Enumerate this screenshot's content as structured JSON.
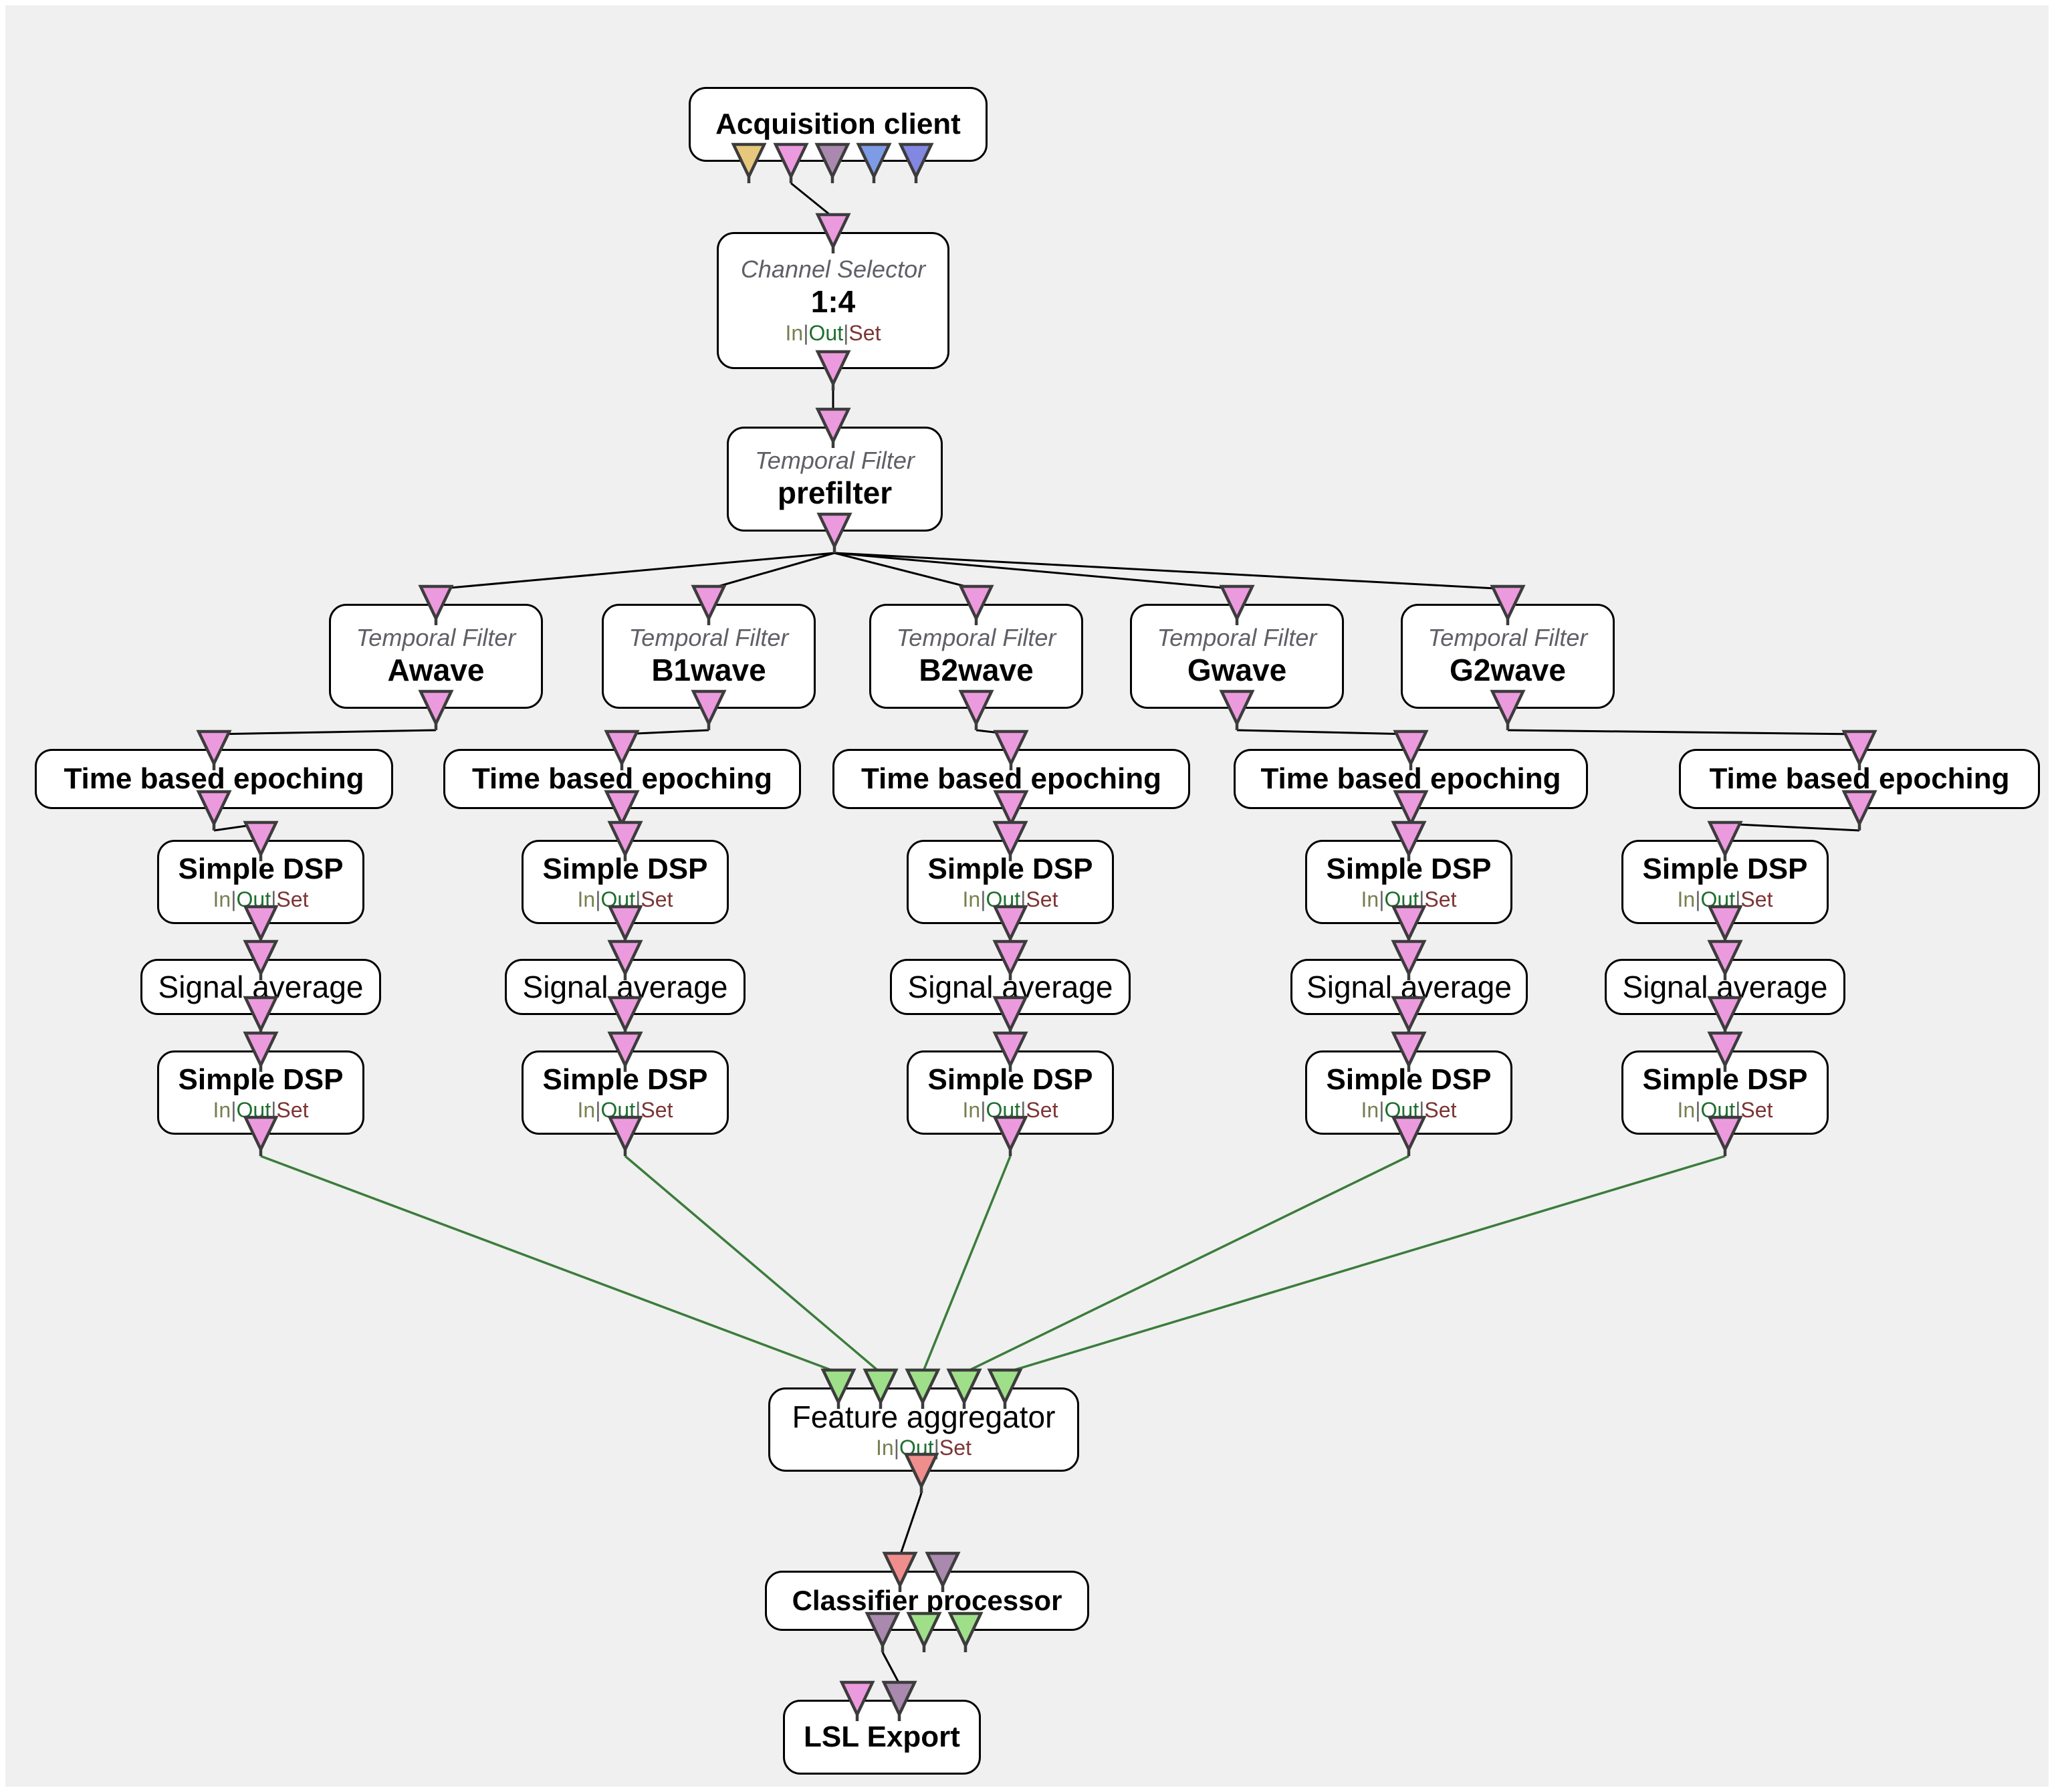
{
  "colors": {
    "canvas_bg": "#f0f0f0",
    "box_fill": "#ffffff",
    "box_border": "#000000",
    "title_text": "#000000",
    "type_label_text": "#5f5f66",
    "link_black": "#000000",
    "link_green": "#3b7c3b",
    "port_outline": "#3c3c3c",
    "port_pink": "#ec9ade",
    "port_tan": "#e6c77c",
    "port_mauve": "#a989ad",
    "port_blue_a": "#7e9be6",
    "port_blue_b": "#8287e2",
    "port_green": "#9fdf8a",
    "port_salmon": "#f08e8e",
    "shortcut_in": "#77804f",
    "shortcut_out": "#1f6f2f",
    "shortcut_set": "#7c3434",
    "shortcut_sep": "#666666"
  },
  "ports_text": {
    "in": "In",
    "sep": "|",
    "out": "Out",
    "set": "Set"
  },
  "boxes": {
    "acquisition": {
      "title": "Acquisition client"
    },
    "channel_selector": {
      "type": "Channel Selector",
      "name": "1:4"
    },
    "prefilter": {
      "type": "Temporal Filter",
      "name": "prefilter"
    },
    "awave": {
      "type": "Temporal Filter",
      "name": "Awave"
    },
    "b1wave": {
      "type": "Temporal Filter",
      "name": "B1wave"
    },
    "b2wave": {
      "type": "Temporal Filter",
      "name": "B2wave"
    },
    "gwave": {
      "type": "Temporal Filter",
      "name": "Gwave"
    },
    "g2wave": {
      "type": "Temporal Filter",
      "name": "G2wave"
    },
    "time_epoching": {
      "title": "Time based epoching"
    },
    "simple_dsp": {
      "title": "Simple DSP"
    },
    "signal_average": {
      "title": "Signal average"
    },
    "feature_aggregator": {
      "title": "Feature aggregator"
    },
    "classifier": {
      "title": "Classifier processor"
    },
    "lsl_export": {
      "title": "LSL Export"
    }
  }
}
